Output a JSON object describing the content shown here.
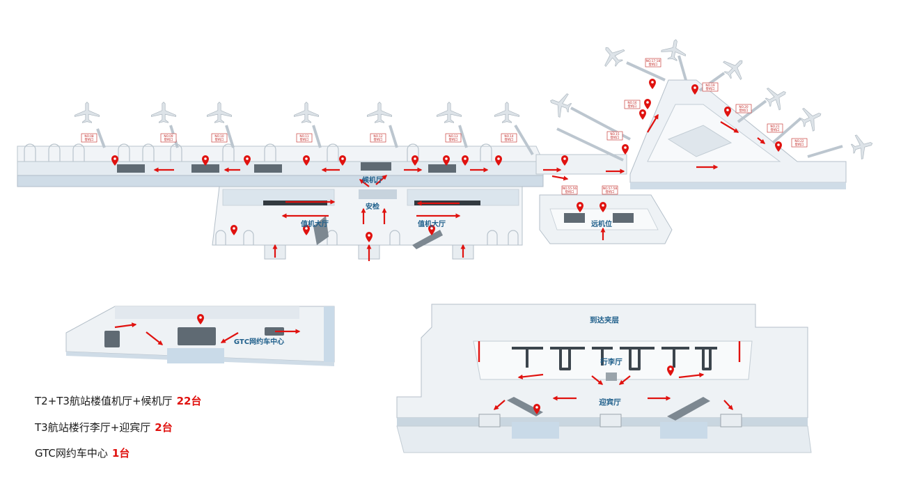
{
  "colors": {
    "accent_red": "#e0120f",
    "label_blue": "#1f5f8b",
    "structure": "#dfe6ec",
    "glass": "#c9dae8"
  },
  "terminal": {
    "gates": [
      {
        "line1": "NO.08",
        "line2": "登机口"
      },
      {
        "line1": "NO.09",
        "line2": "登机口"
      },
      {
        "line1": "NO.10",
        "line2": "登机口"
      },
      {
        "line1": "NO.11",
        "line2": "登机口"
      },
      {
        "line1": "NO.12",
        "line2": "登机口"
      },
      {
        "line1": "NO.13",
        "line2": "登机口"
      },
      {
        "line1": "NO.14",
        "line2": "登机口"
      },
      {
        "line1": "NO.15",
        "line2": "登机口"
      },
      {
        "line1": "NO.16",
        "line2": "登机口"
      },
      {
        "line1": "NO.17-18",
        "line2": "登机口"
      },
      {
        "line1": "NO.19",
        "line2": "登机口"
      },
      {
        "line1": "NO.20",
        "line2": "登机口"
      },
      {
        "line1": "NO.21",
        "line2": "登机口"
      },
      {
        "line1": "NO.22",
        "line2": "登机口"
      },
      {
        "line1": "NO.55-56",
        "line2": "登机口"
      },
      {
        "line1": "NO.57-58",
        "line2": "登机口"
      }
    ],
    "labels": {
      "waiting_hall": "候机厅",
      "security": "安检",
      "checkin_left": "值机大厅",
      "checkin_right": "值机大厅",
      "remote_stand": "远机位"
    }
  },
  "gtc": {
    "label": "GTC网约车中心"
  },
  "arrival": {
    "mezzanine": "到达夹层",
    "baggage": "行李厅",
    "greeting": "迎宾厅"
  },
  "legend": [
    {
      "text": "T2+T3航站楼值机厅+候机厅",
      "count": "22台"
    },
    {
      "text": "T3航站楼行李厅+迎宾厅",
      "count": "2台"
    },
    {
      "text": "GTC网约车中心",
      "count": "1台"
    }
  ]
}
